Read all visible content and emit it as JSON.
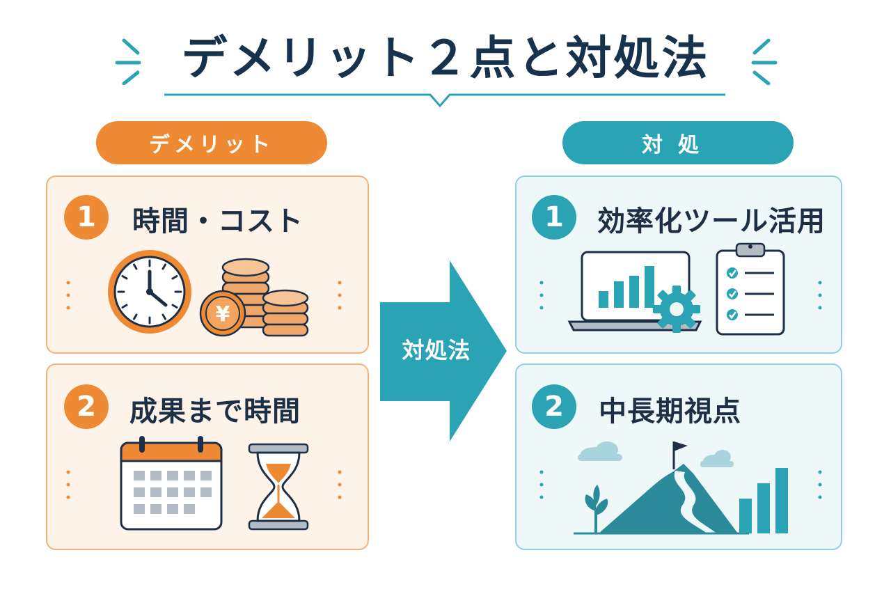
{
  "title": "デメリット２点と対処法",
  "left_column": {
    "label": "デメリット",
    "items": [
      {
        "number": "1",
        "heading": "時間・コスト",
        "icons": [
          "clock-icon",
          "yen-coin-stack-icon"
        ]
      },
      {
        "number": "2",
        "heading": "成果まで時間",
        "icons": [
          "calendar-icon",
          "hourglass-icon"
        ]
      }
    ]
  },
  "arrow": {
    "label": "対処法"
  },
  "right_column": {
    "label": "対処",
    "items": [
      {
        "number": "1",
        "heading": "効率化ツール活用",
        "icons": [
          "laptop-chart-gear-icon",
          "checklist-clipboard-icon"
        ]
      },
      {
        "number": "2",
        "heading": "中長期視点",
        "icons": [
          "mountain-flag-icon",
          "growth-bars-icon"
        ]
      }
    ]
  },
  "colors": {
    "orange": "#ef8a34",
    "orange_light": "#fdf3e9",
    "teal": "#2aa3b5",
    "teal_light": "#eef8f9",
    "navy": "#17324d"
  }
}
